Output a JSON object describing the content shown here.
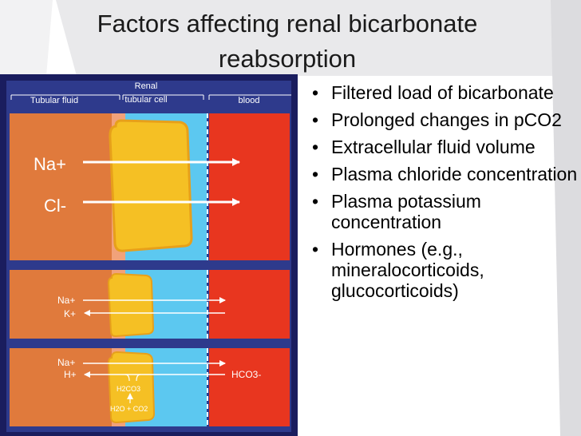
{
  "slide": {
    "title_line1": "Factors affecting renal bicarbonate",
    "title_line2": "reabsorption"
  },
  "diagram": {
    "header_tubular_fluid": "Tubular fluid",
    "header_cell_line1": "Renal",
    "header_cell_line2": "tubular cell",
    "header_blood": "blood",
    "panel1": {
      "na": "Na+",
      "cl": "Cl-"
    },
    "panel2": {
      "na": "Na+",
      "k": "K+"
    },
    "panel3": {
      "na": "Na+",
      "h": "H+",
      "hco3": "HCO3-",
      "h2co3": "H2CO3",
      "h2o_co2": "H2O + CO2"
    },
    "colors": {
      "frame": "#1a1d5e",
      "tubular": "#e07a3c",
      "cell": "#5cc8f0",
      "blood": "#e8361f",
      "cell_body": "#f5c024",
      "cell_border": "#e7a01a",
      "header": "#2b3590"
    }
  },
  "bullets": [
    "Filtered load of bicarbonate",
    "Prolonged changes in pCO2",
    "Extracellular fluid volume",
    "Plasma chloride concentration",
    "Plasma potassium concentration",
    "Hormones (e.g., mineralocorticoids, glucocorticoids)"
  ],
  "bullet_char": "•"
}
